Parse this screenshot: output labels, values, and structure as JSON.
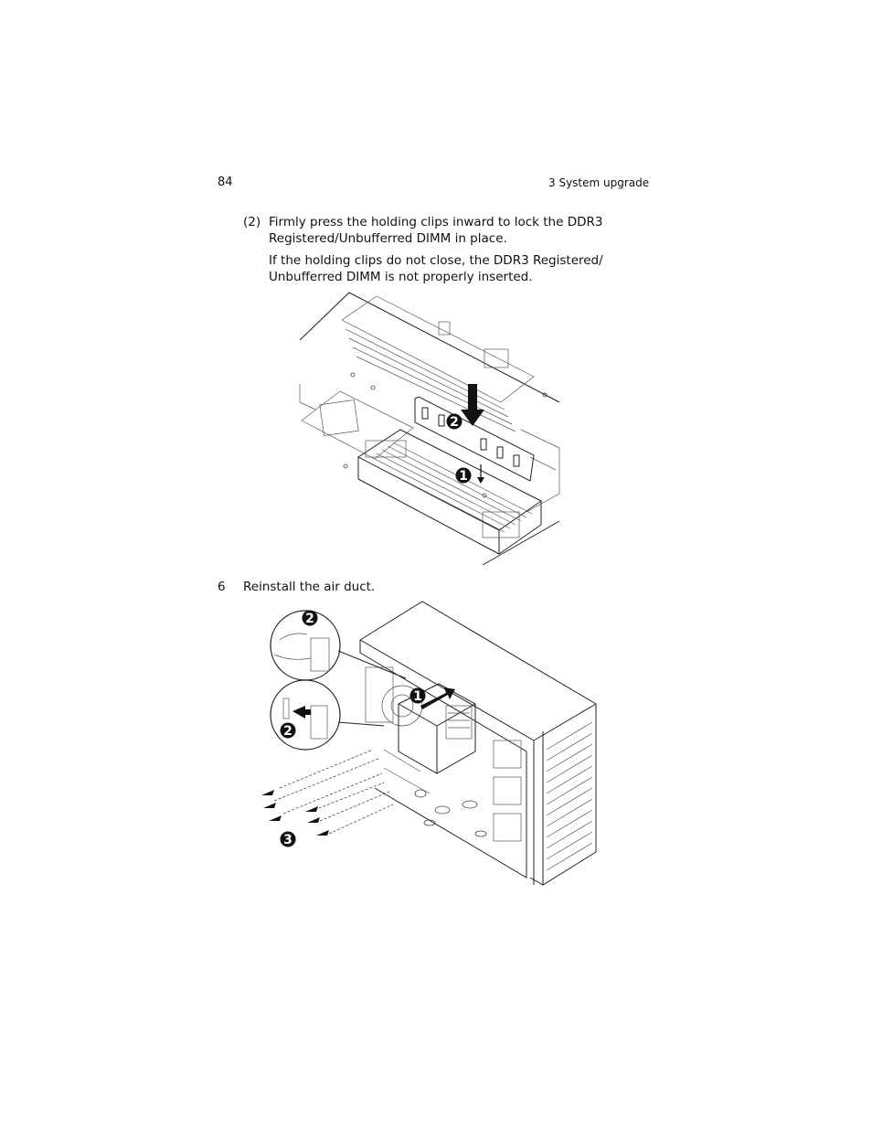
{
  "header": {
    "page_number": "84",
    "chapter": "3 System upgrade"
  },
  "step2": {
    "marker": "(2)",
    "line1": "Firmly press the holding clips inward to lock the DDR3",
    "line2": "Registered/Unbufferred DIMM in place.",
    "note1": "If the holding clips do not close, the DDR3 Registered/",
    "note2": "Unbufferred DIMM is not properly inserted."
  },
  "figure1": {
    "callouts": [
      "2",
      "1"
    ]
  },
  "step6": {
    "number": "6",
    "text": "Reinstall the air duct."
  },
  "figure2": {
    "callouts": [
      "2",
      "2",
      "1",
      "3"
    ]
  }
}
